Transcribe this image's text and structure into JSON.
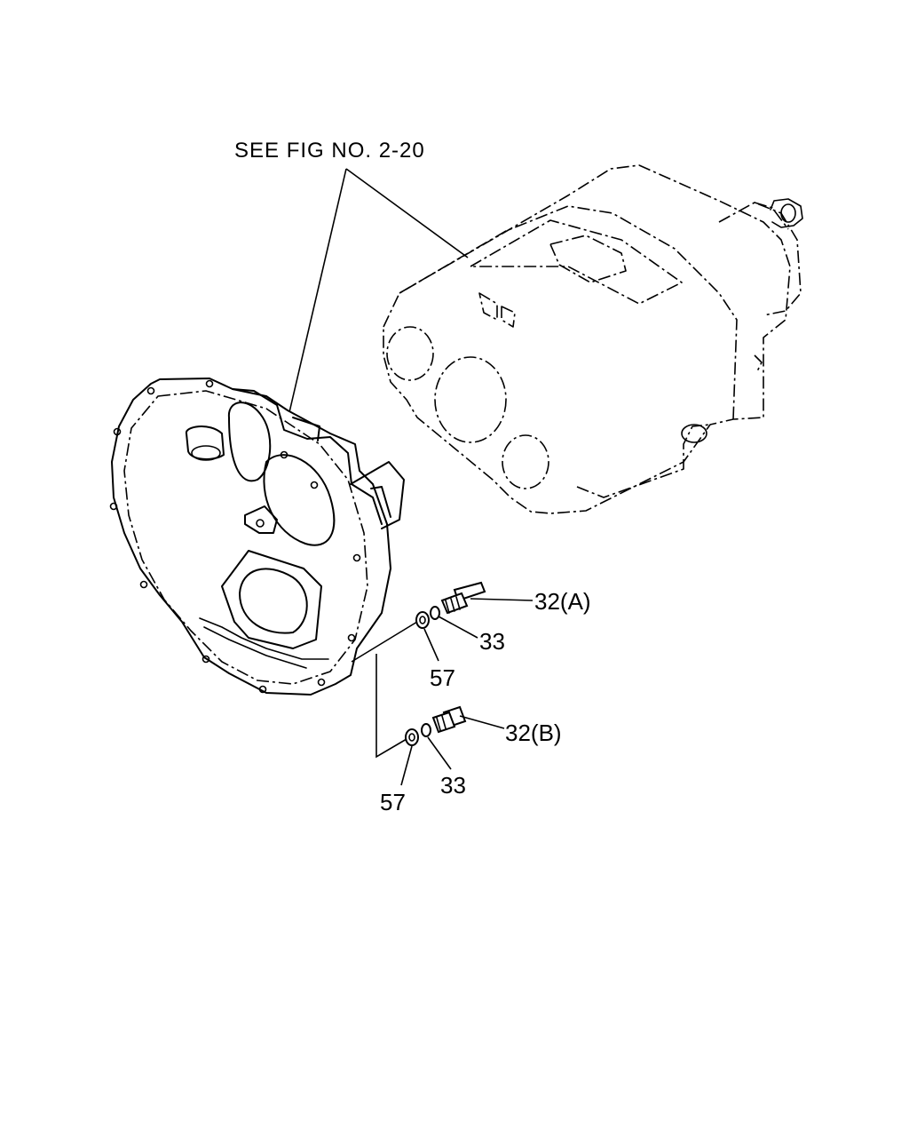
{
  "reference_note": "SEE FIG NO. 2-20",
  "callouts": {
    "bolt_a": "32(A)",
    "washer_a": "33",
    "seal_a": "57",
    "bolt_b": "32(B)",
    "washer_b": "33",
    "seal_b": "57"
  },
  "colors": {
    "line": "#000000",
    "background": "#ffffff"
  }
}
